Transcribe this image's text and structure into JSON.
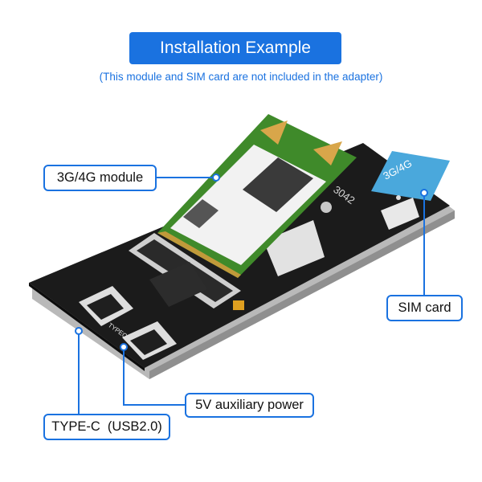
{
  "header": {
    "title": "Installation Example",
    "subtitle": "(This module and SIM card are not included in the adapter)"
  },
  "callouts": {
    "module": "3G/4G module",
    "sim": "SIM card",
    "power": "5V auxiliary power",
    "typec": "TYPE-C  (USB2.0)"
  },
  "board": {
    "sim_print": "3G/4G",
    "typec_print": "TYPEC",
    "slot_print": "3042"
  },
  "colors": {
    "accent": "#1a72e0",
    "pcb": "#1b1b1b",
    "module": "#3f8a2a",
    "sim": "#4aa8dc"
  }
}
